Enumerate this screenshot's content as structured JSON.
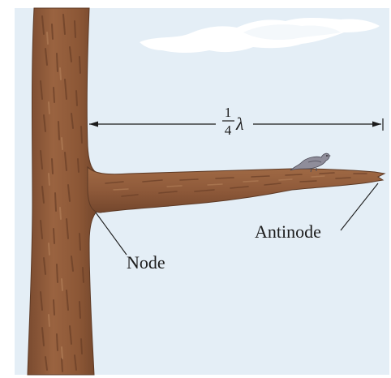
{
  "dimension": {
    "fraction_numerator": "1",
    "fraction_denominator": "4",
    "symbol": "λ"
  },
  "labels": {
    "node": "Node",
    "antinode": "Antinode"
  },
  "colors": {
    "sky": "#e4eef6",
    "bark": "#8f5a3a",
    "bark_dark": "#6d412a",
    "bark_light": "#b07a55",
    "cloud": "#ffffff",
    "bird": "#8f8d9a",
    "line": "#1b1b1b"
  }
}
